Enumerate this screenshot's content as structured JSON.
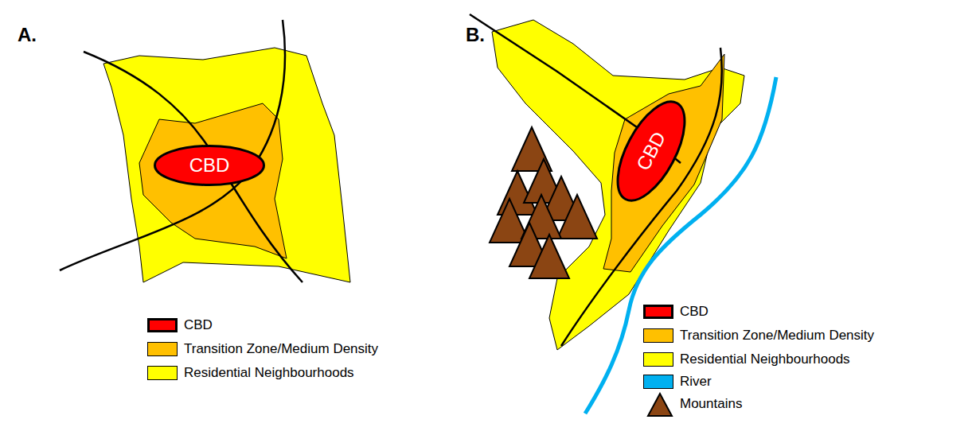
{
  "diagram": {
    "nodes": [
      {
        "text": [
          "CBD"
        ]
      },
      {
        "text": [
          "CBD"
        ]
      }
    ],
    "labels": [
      "A.",
      "B."
    ],
    "legend": [
      {
        "text": "CBD",
        "color": "#ff0000"
      },
      {
        "text": "Transition Zone/Medium Density",
        "color": "#ffc000"
      },
      {
        "text": "Residential Neighbourhoods",
        "color": "#ffff00"
      },
      {
        "text": "CBD",
        "color": "#ff0000"
      },
      {
        "text": "Transition Zone/Medium Density",
        "color": "#ffc000"
      },
      {
        "text": "Residential Neighbourhoods",
        "color": "#ffff00"
      },
      {
        "text": "River",
        "color": "#00b0f0"
      },
      {
        "text": "Mountains"
      }
    ]
  }
}
